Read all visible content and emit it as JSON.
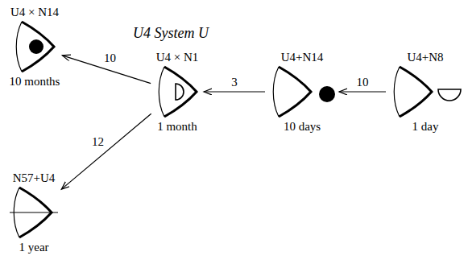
{
  "diagram": {
    "title": "U4 System U",
    "nodes": [
      {
        "text": [
          "U4 × N14",
          "10 months"
        ]
      },
      {
        "text": [
          "U4 × N1",
          "1 month"
        ]
      },
      {
        "text": [
          "U4+N14",
          "10 days"
        ]
      },
      {
        "text": [
          "U4+N8",
          "1 day"
        ]
      },
      {
        "text": [
          "N57+U4",
          "1 year"
        ]
      }
    ],
    "edges": [
      {
        "from": 3,
        "to": 2,
        "arrow": "to",
        "label": "10"
      },
      {
        "from": 2,
        "to": 1,
        "arrow": "to",
        "label": "3"
      },
      {
        "from": 1,
        "to": 0,
        "arrow": "to",
        "label": "10"
      },
      {
        "from": 1,
        "to": 4,
        "arrow": "to",
        "label": "12"
      }
    ]
  }
}
